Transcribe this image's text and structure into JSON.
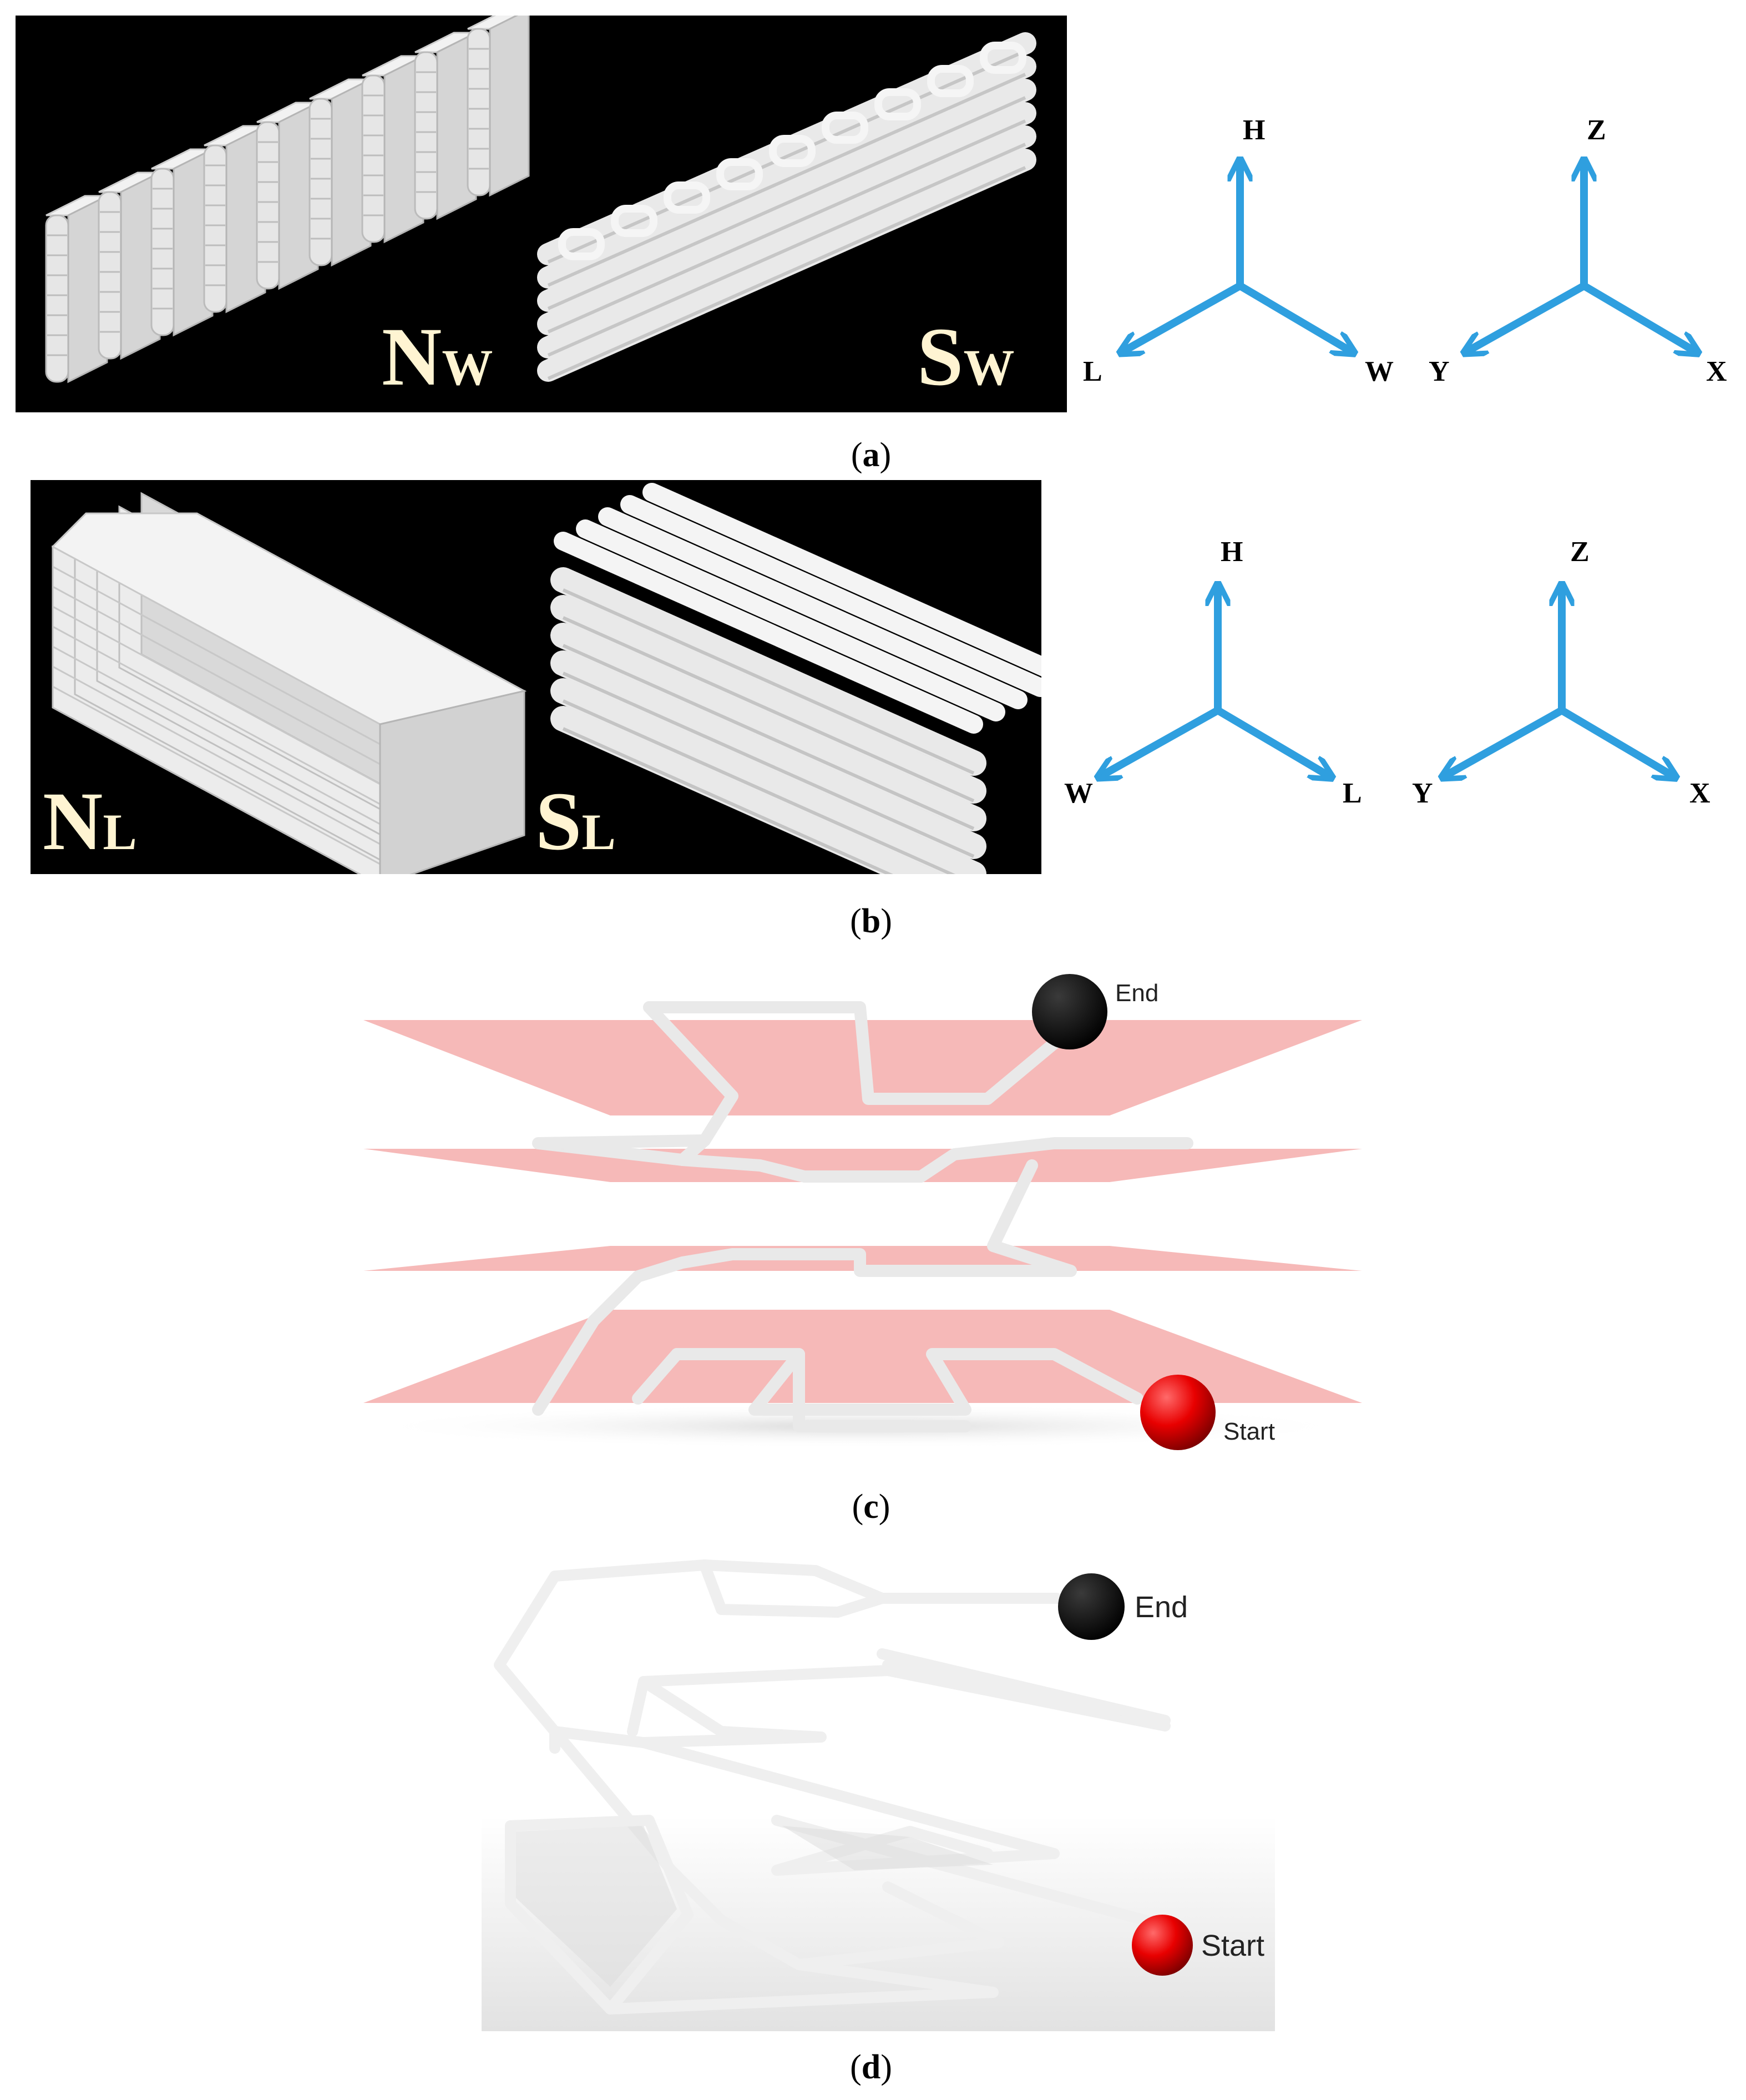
{
  "panels": {
    "a": {
      "caption_letter": "a",
      "left_label": {
        "main": "N",
        "sub": "W"
      },
      "right_label": {
        "main": "S",
        "sub": "W"
      },
      "axes_left": {
        "up": "H",
        "left": "L",
        "right": "W"
      },
      "axes_right": {
        "up": "Z",
        "left": "Y",
        "right": "X"
      }
    },
    "b": {
      "caption_letter": "b",
      "left_label": {
        "main": "N",
        "sub": "L"
      },
      "right_label": {
        "main": "S",
        "sub": "L"
      },
      "axes_left": {
        "up": "H",
        "left": "W",
        "right": "L"
      },
      "axes_right": {
        "up": "Z",
        "left": "Y",
        "right": "X"
      }
    },
    "c": {
      "caption_letter": "c",
      "end_label": "End",
      "start_label": "Start"
    },
    "d": {
      "caption_letter": "d",
      "end_label": "End",
      "start_label": "Start"
    }
  },
  "colors": {
    "axis_arrow": "#2f9fdf",
    "label_text": "#fff4d2",
    "plane_fill": "#f6b9b8",
    "end_marker": "#000000",
    "start_marker": "#e00000",
    "panel_bg": "#000000"
  }
}
